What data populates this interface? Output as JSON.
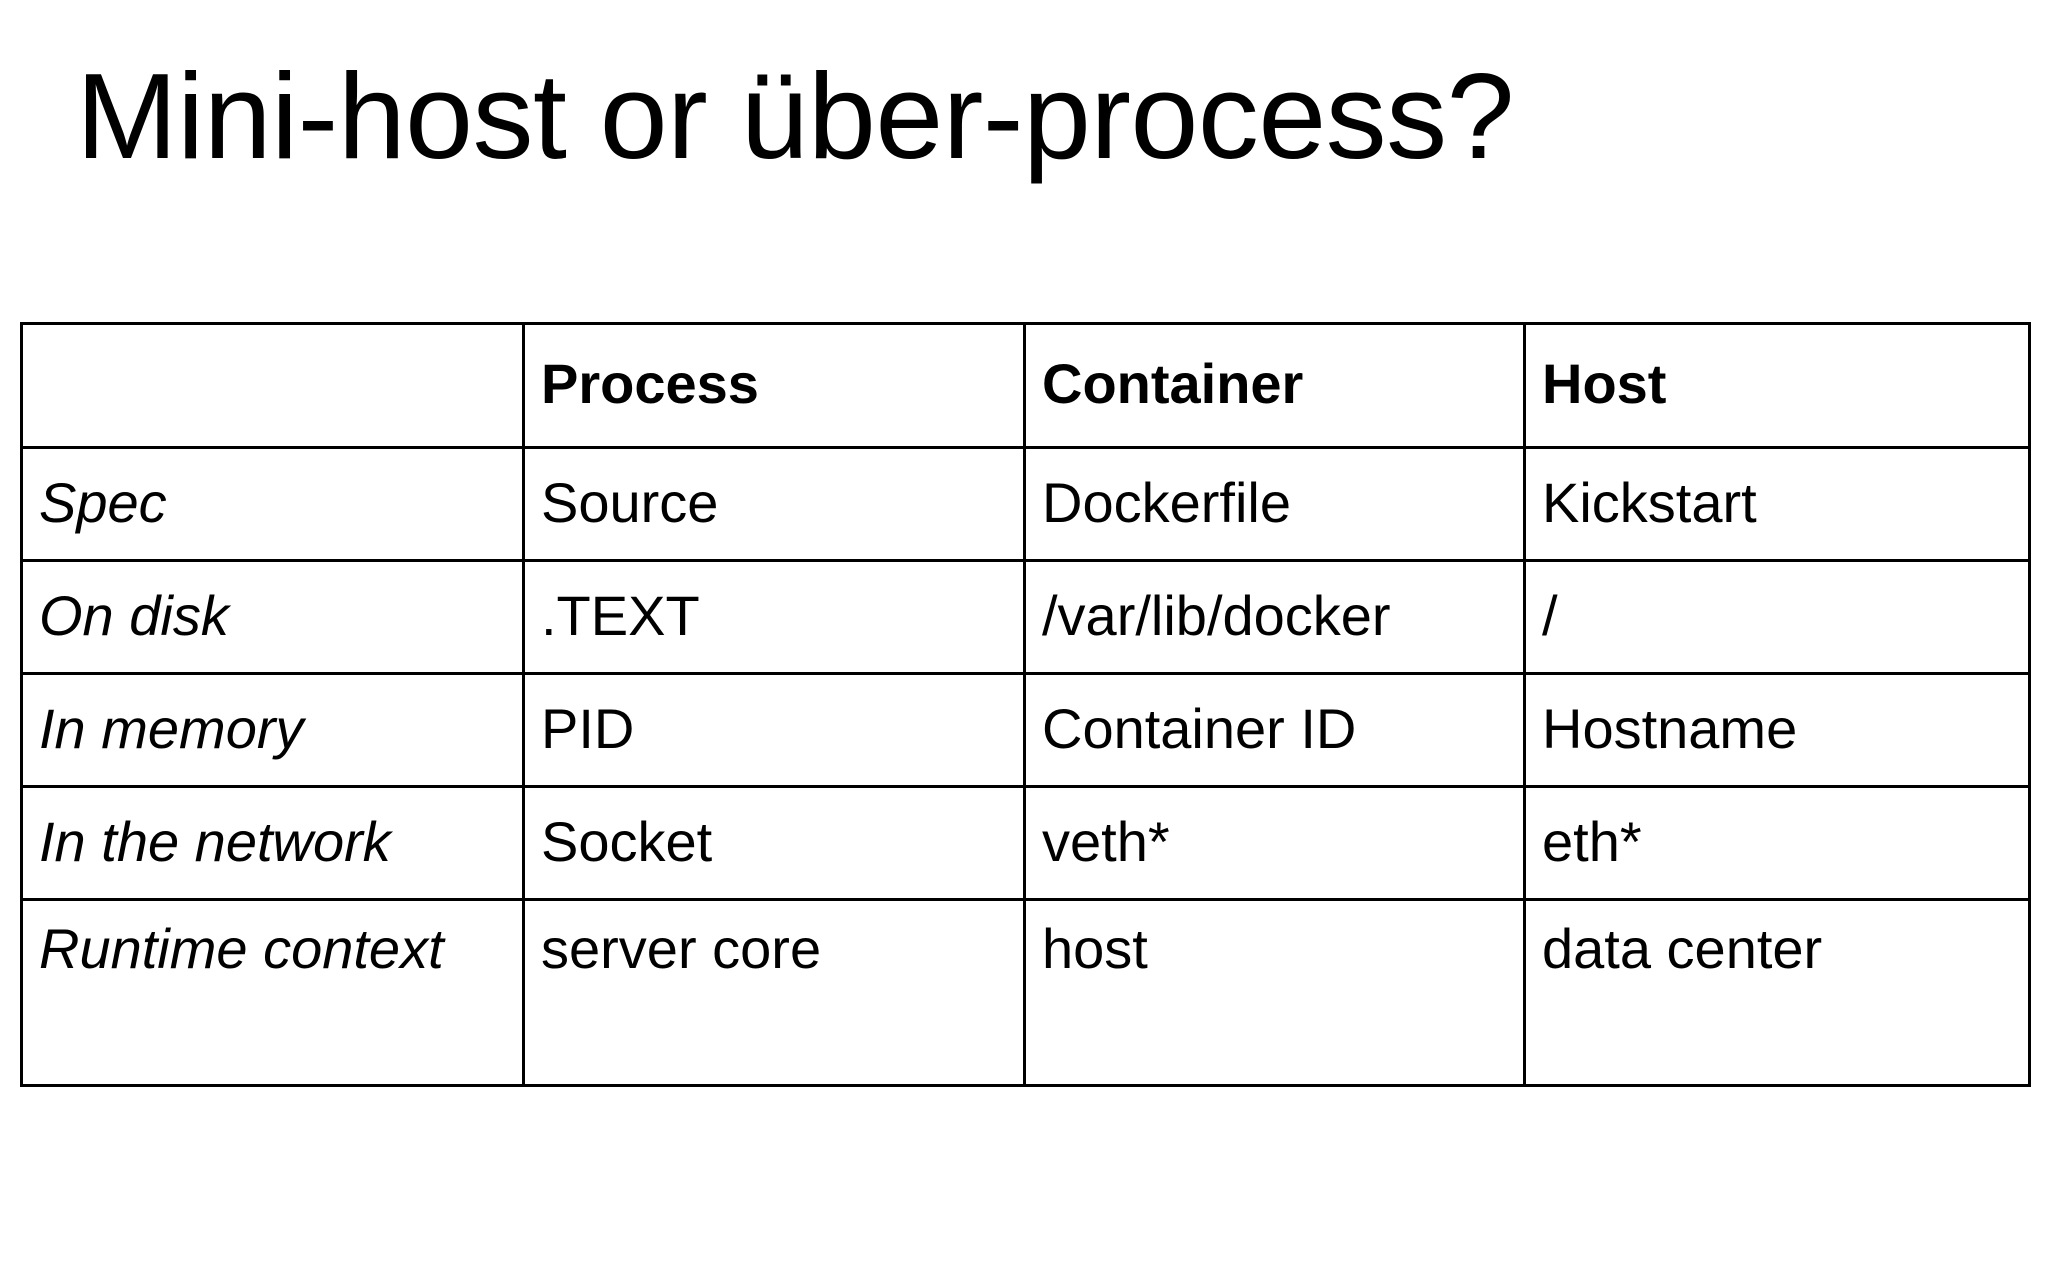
{
  "slide": {
    "title": "Mini-host or über-process?",
    "background_color": "#ffffff"
  },
  "colors": {
    "highlight_column": "#d7d0ea",
    "cell_gray": "#f1f1f1",
    "border": "#000000",
    "text": "#000000"
  },
  "table": {
    "corner_label": "",
    "columns": [
      {
        "key": "label",
        "header": "",
        "style": "plain"
      },
      {
        "key": "process",
        "header": "Process",
        "style": "gray"
      },
      {
        "key": "container",
        "header": "Container",
        "style": "highlight"
      },
      {
        "key": "host",
        "header": "Host",
        "style": "gray"
      }
    ],
    "rows": [
      {
        "label": "Spec",
        "process": "Source",
        "container": "Dockerfile",
        "host": "Kickstart"
      },
      {
        "label": "On disk",
        "process": ".TEXT",
        "container": "/var/lib/docker",
        "host": "/"
      },
      {
        "label": "In memory",
        "process": "PID",
        "container": "Container ID",
        "host": "Hostname"
      },
      {
        "label": "In the network",
        "process": "Socket",
        "container": "veth*",
        "host": "eth*"
      },
      {
        "label": "Runtime context",
        "process": "server core",
        "container": "host",
        "host": "data center"
      }
    ]
  }
}
